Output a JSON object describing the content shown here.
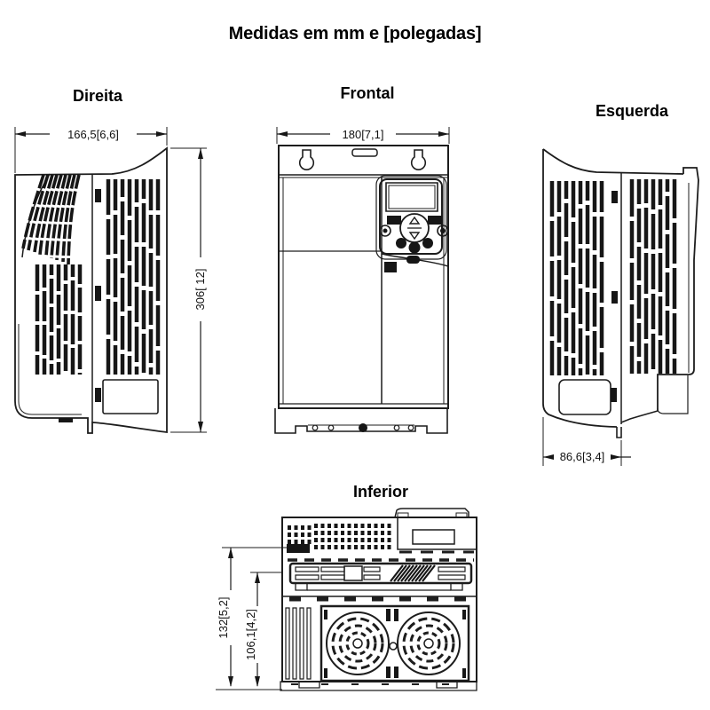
{
  "title": "Medidas em mm e [polegadas]",
  "views": {
    "direita": {
      "label": "Direita",
      "dim_width": "166,5[6,6]",
      "dim_height": "306[ 12]"
    },
    "frontal": {
      "label": "Frontal",
      "dim_width": "180[7,1]"
    },
    "esquerda": {
      "label": "Esquerda",
      "dim_depth": "86,6[3,4]"
    },
    "inferior": {
      "label": "Inferior",
      "dim_overall": "132[5,2]",
      "dim_partial": "106,1[4,2]"
    }
  },
  "colors": {
    "line": "#1d1d1d",
    "text": "#111111",
    "background": "#ffffff"
  }
}
